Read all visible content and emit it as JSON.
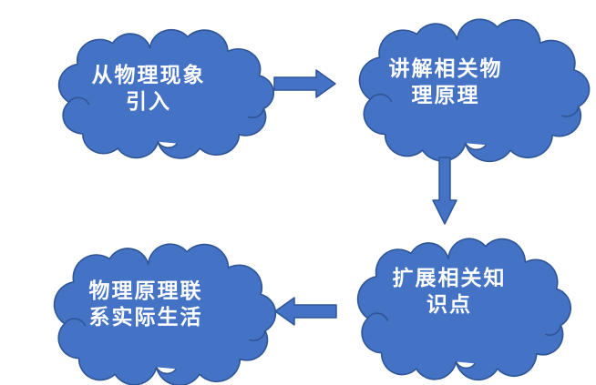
{
  "diagram": {
    "type": "flowchart",
    "background": "#FFFFFF",
    "colors": {
      "cloud_fill": "#4472C4",
      "cloud_outline": "#2F5597",
      "arrow_fill": "#4472C4",
      "arrow_outline": "#2F5597",
      "text_color": "#FFFFFF"
    },
    "nodes": [
      {
        "id": "intro",
        "label": "从物理现象引入",
        "line1": "从物理现象",
        "line2": "引入"
      },
      {
        "id": "explain",
        "label": "讲解相关物理原理",
        "line1": "讲解相关物",
        "line2": "理原理"
      },
      {
        "id": "expand",
        "label": "扩展相关知识点",
        "line1": "扩展相关知",
        "line2": "识点"
      },
      {
        "id": "connect",
        "label": "物理原理联系实际生活",
        "line1": "物理原理联",
        "line2": "系实际生活"
      }
    ],
    "arrows": [
      {
        "from": "intro",
        "to": "explain",
        "direction": "right"
      },
      {
        "from": "explain",
        "to": "expand",
        "direction": "down"
      },
      {
        "from": "expand",
        "to": "connect",
        "direction": "left"
      }
    ]
  }
}
